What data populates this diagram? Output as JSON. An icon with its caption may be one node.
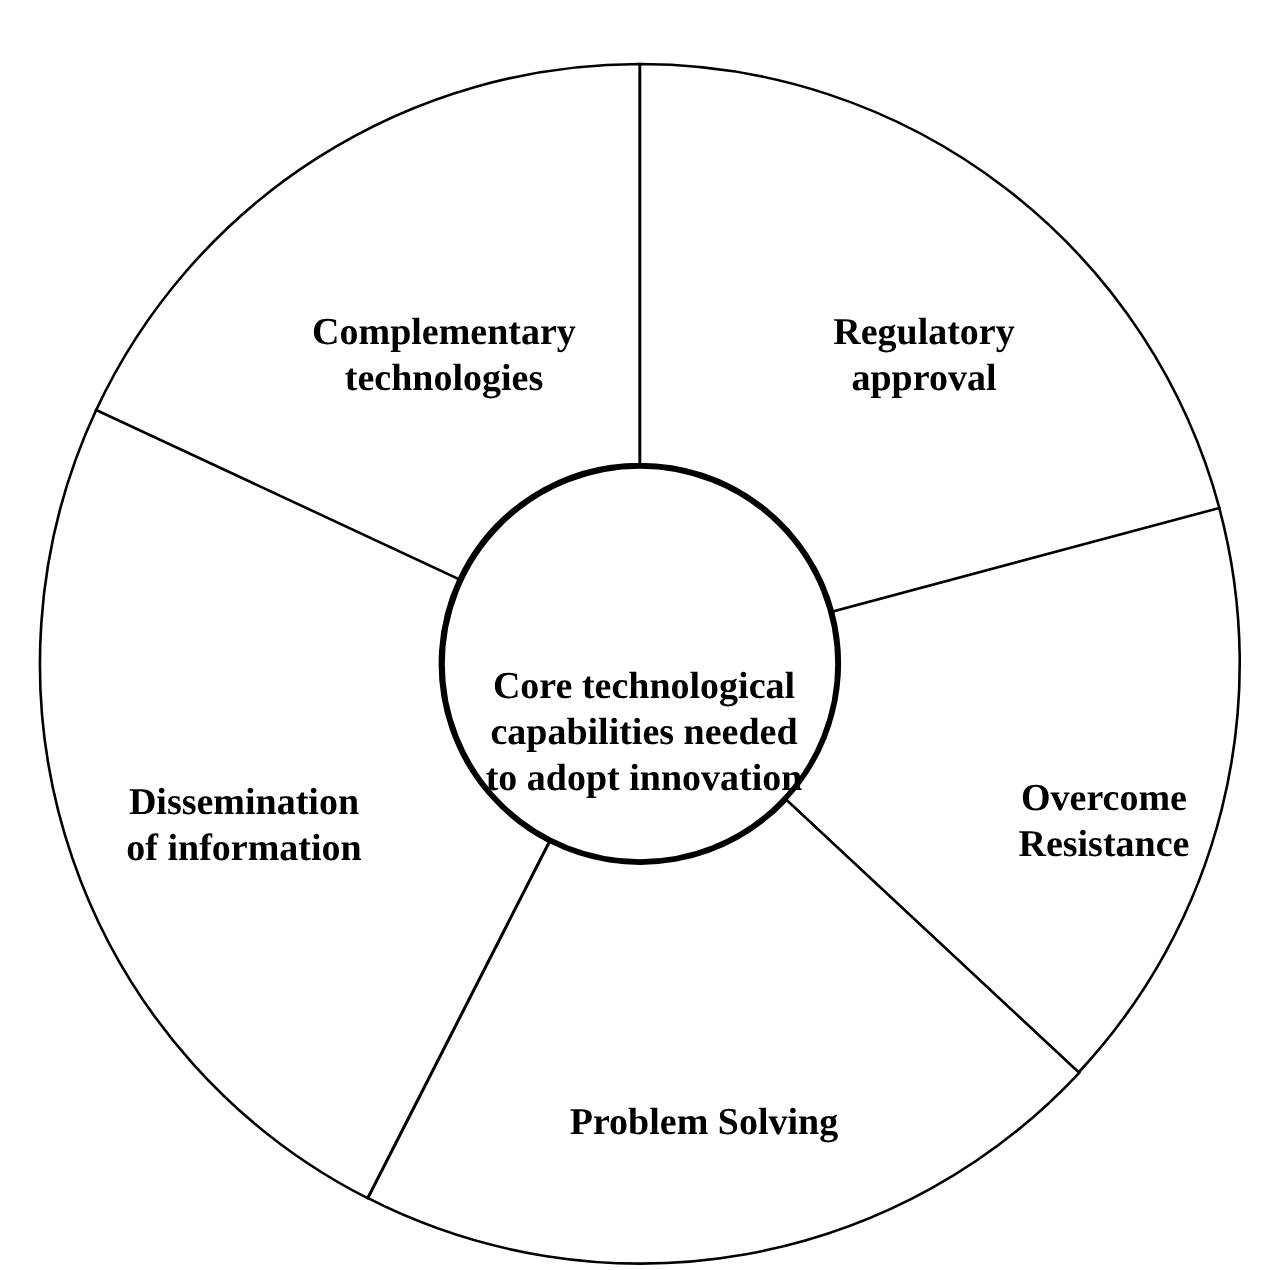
{
  "diagram": {
    "nodes": [
      {
        "text": [
          "Complementary technologies"
        ]
      },
      {
        "text": [
          "Regulatory approval"
        ]
      },
      {
        "text": [
          "Core technological capabilities needed to adopt innovation"
        ]
      },
      {
        "text": [
          "Dissemination of information"
        ]
      },
      {
        "text": [
          "Overcome Resistance"
        ]
      },
      {
        "text": [
          "Problem Solving"
        ]
      }
    ]
  }
}
